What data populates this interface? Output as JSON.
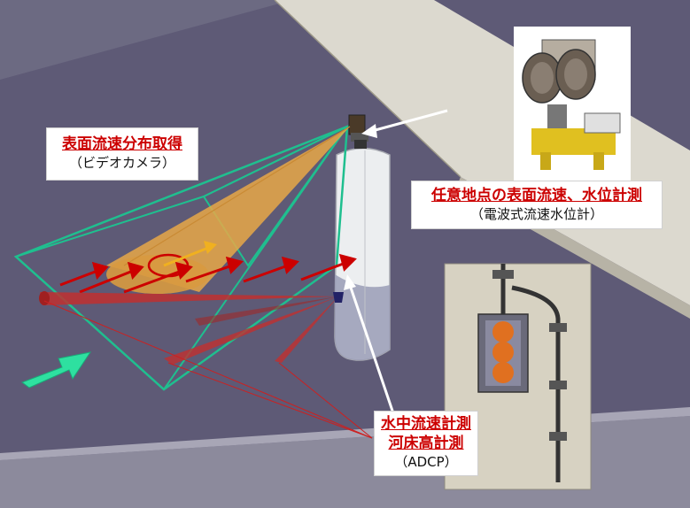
{
  "labels": {
    "camera": {
      "title": "表面流速分布取得",
      "sub": "（ビデオカメラ）"
    },
    "radar": {
      "title": "任意地点の表面流速、水位計測",
      "sub": "（電波式流速水位計）"
    },
    "adcp": {
      "title1": "水中流速計測",
      "title2": "河床高計測",
      "sub": "（ADCP）"
    }
  },
  "colors": {
    "water": "#5e5a76",
    "riverbank": "#8a8898",
    "bridge": "#d9d6cc",
    "pier": "#e8e8ea",
    "camera_fov": "#1fbf8f",
    "radar_beam": "#e8a848",
    "velocity_arrow": "#cc0000",
    "flow_arrow": "#2ee0a0",
    "adcp_beam": "#c03030",
    "label_red": "#cc0000"
  },
  "icons": {
    "flow_direction": "flow-direction-arrow-icon",
    "camera": "video-camera-icon",
    "radar": "radar-gauge-icon",
    "adcp": "adcp-sensor-icon"
  }
}
